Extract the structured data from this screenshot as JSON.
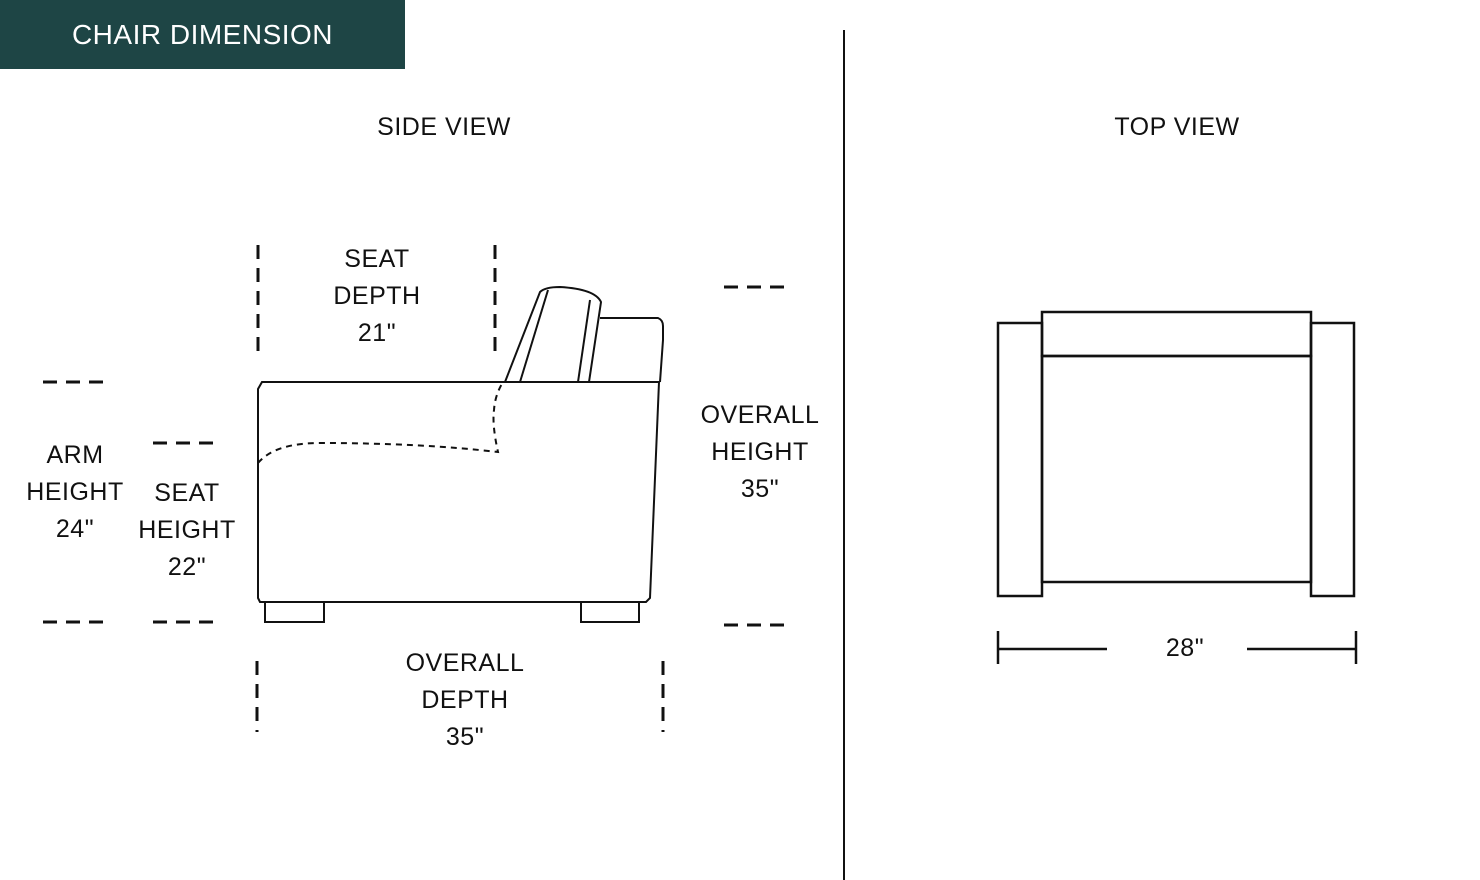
{
  "header": {
    "title": "CHAIR DIMENSION"
  },
  "colors": {
    "banner": "#1e4545",
    "line": "#111111",
    "background": "#ffffff"
  },
  "side_view": {
    "title": "SIDE VIEW",
    "seat_depth": {
      "line1": "SEAT",
      "line2": "DEPTH",
      "value": "21\""
    },
    "arm_height": {
      "line1": "ARM",
      "line2": "HEIGHT",
      "value": "24\""
    },
    "seat_height": {
      "line1": "SEAT",
      "line2": "HEIGHT",
      "value": "22\""
    },
    "overall_height": {
      "line1": "OVERALL",
      "line2": "HEIGHT",
      "value": "35\""
    },
    "overall_depth": {
      "line1": "OVERALL",
      "line2": "DEPTH",
      "value": "35\""
    }
  },
  "top_view": {
    "title": "TOP VIEW",
    "width": {
      "value": "28\""
    }
  }
}
